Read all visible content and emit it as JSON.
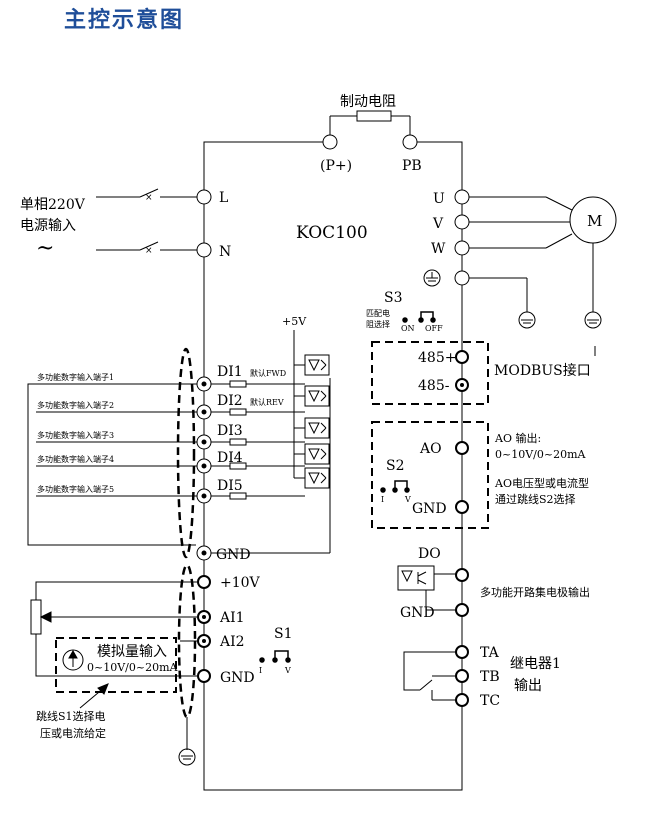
{
  "title": "主控示意图",
  "brake_resistor_label": "制动电阻",
  "terminals_top": {
    "p_plus": "(P+)",
    "pb": "PB"
  },
  "power_input": {
    "line1": "单相220V",
    "line2": "电源输入",
    "ac_symbol": "~"
  },
  "power_terminals": [
    "L",
    "N"
  ],
  "model": "KOC100",
  "output_terminals": [
    "U",
    "V",
    "W"
  ],
  "motor_label": "M",
  "s3": {
    "label": "S3",
    "desc_line1": "匹配电",
    "desc_line2": "阻选择",
    "on": "ON",
    "off": "OFF"
  },
  "plus5v": "+5V",
  "di_inputs": [
    {
      "source": "多功能数字输入端子1",
      "terminal": "DI1",
      "default": "默认FWD"
    },
    {
      "source": "多功能数字输入端子2",
      "terminal": "DI2",
      "default": "默认REV"
    },
    {
      "source": "多功能数字输入端子3",
      "terminal": "DI3",
      "default": ""
    },
    {
      "source": "多功能数字输入端子4",
      "terminal": "DI4",
      "default": ""
    },
    {
      "source": "多功能数字输入端子5",
      "terminal": "DI5",
      "default": ""
    }
  ],
  "gnd": "GND",
  "modbus": {
    "pos": "485+",
    "neg": "485-",
    "label": "MODBUS接口"
  },
  "ao": {
    "terminal": "AO",
    "gnd": "GND",
    "switch": "S2",
    "pole_i": "I",
    "pole_v": "V",
    "desc_line1": "AO 输出:",
    "desc_line2": "0~10V/0~20mA",
    "desc_line3": "AO电压型或电流型",
    "desc_line4": "通过跳线S2选择"
  },
  "do_block": {
    "terminal": "DO",
    "gnd": "GND",
    "desc": "多功能开路集电极输出"
  },
  "relay": {
    "terminals": [
      "TA",
      "TB",
      "TC"
    ],
    "line1": "继电器1",
    "line2": "输出"
  },
  "analog": {
    "plus10v": "+10V",
    "ai1": "AI1",
    "ai2": "AI2",
    "gnd": "GND",
    "switch": "S1",
    "pole_i": "I",
    "pole_v": "V",
    "input_line1": "模拟量输入",
    "input_line2": "0~10V/0~20mA",
    "note_line1": "跳线S1选择电",
    "note_line2": "压或电流给定"
  }
}
